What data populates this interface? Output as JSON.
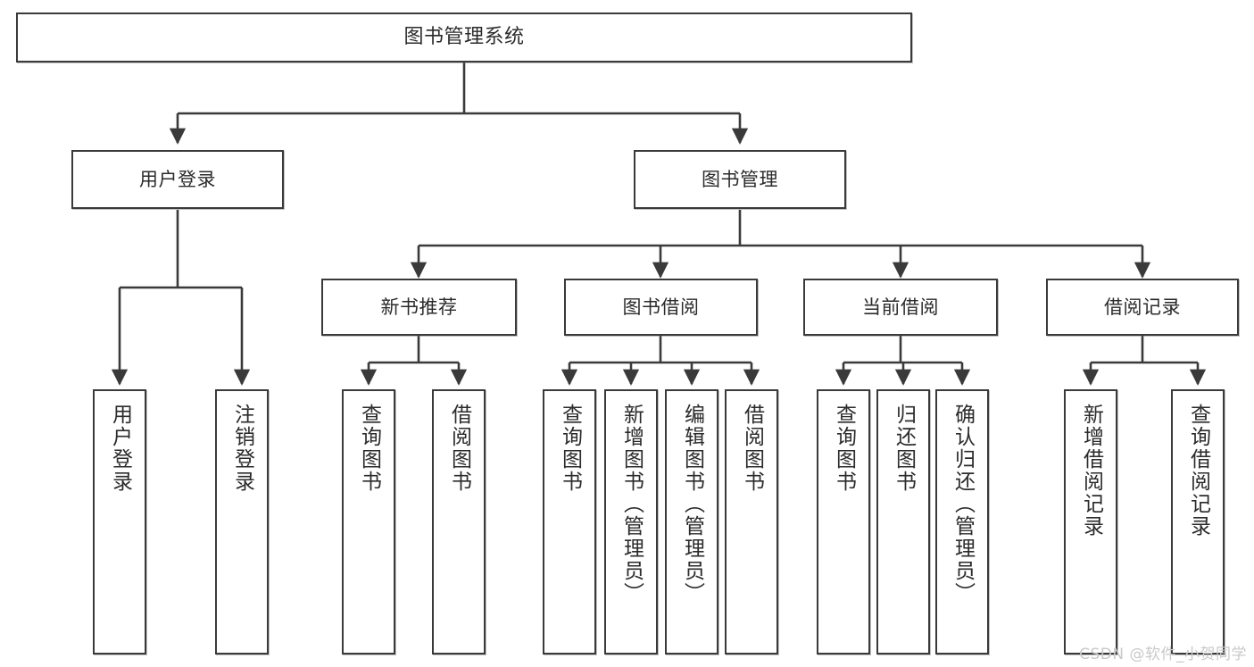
{
  "diagram": {
    "type": "tree-hierarchy-chart",
    "title": "图书管理系统",
    "watermark": "CSDN @软件_小贺同学",
    "colors": {
      "background": "#ffffff",
      "box_border": "#3a3a3a",
      "box_fill": "#ffffff",
      "connector": "#3a3a3a",
      "text": "#2b2b2b",
      "watermark": "#c9c9c9"
    },
    "root": {
      "label": "图书管理系统"
    },
    "level2": [
      {
        "label": "用户登录"
      },
      {
        "label": "图书管理"
      }
    ],
    "level3": [
      {
        "label": "新书推荐"
      },
      {
        "label": "图书借阅"
      },
      {
        "label": "当前借阅"
      },
      {
        "label": "借阅记录"
      }
    ],
    "leaves": {
      "user_login": [
        {
          "label": "用户登录"
        },
        {
          "label": "注销登录"
        }
      ],
      "new_book_recommend": [
        {
          "label": "查询图书"
        },
        {
          "label": "借阅图书"
        }
      ],
      "book_borrow": [
        {
          "label": "查询图书"
        },
        {
          "label": "新增图书（管理员）"
        },
        {
          "label": "编辑图书（管理员）"
        },
        {
          "label": "借阅图书"
        }
      ],
      "current_borrow": [
        {
          "label": "查询图书"
        },
        {
          "label": "归还图书"
        },
        {
          "label": "确认归还（管理员）"
        }
      ],
      "borrow_record": [
        {
          "label": "新增借阅记录"
        },
        {
          "label": "查询借阅记录"
        }
      ]
    }
  }
}
